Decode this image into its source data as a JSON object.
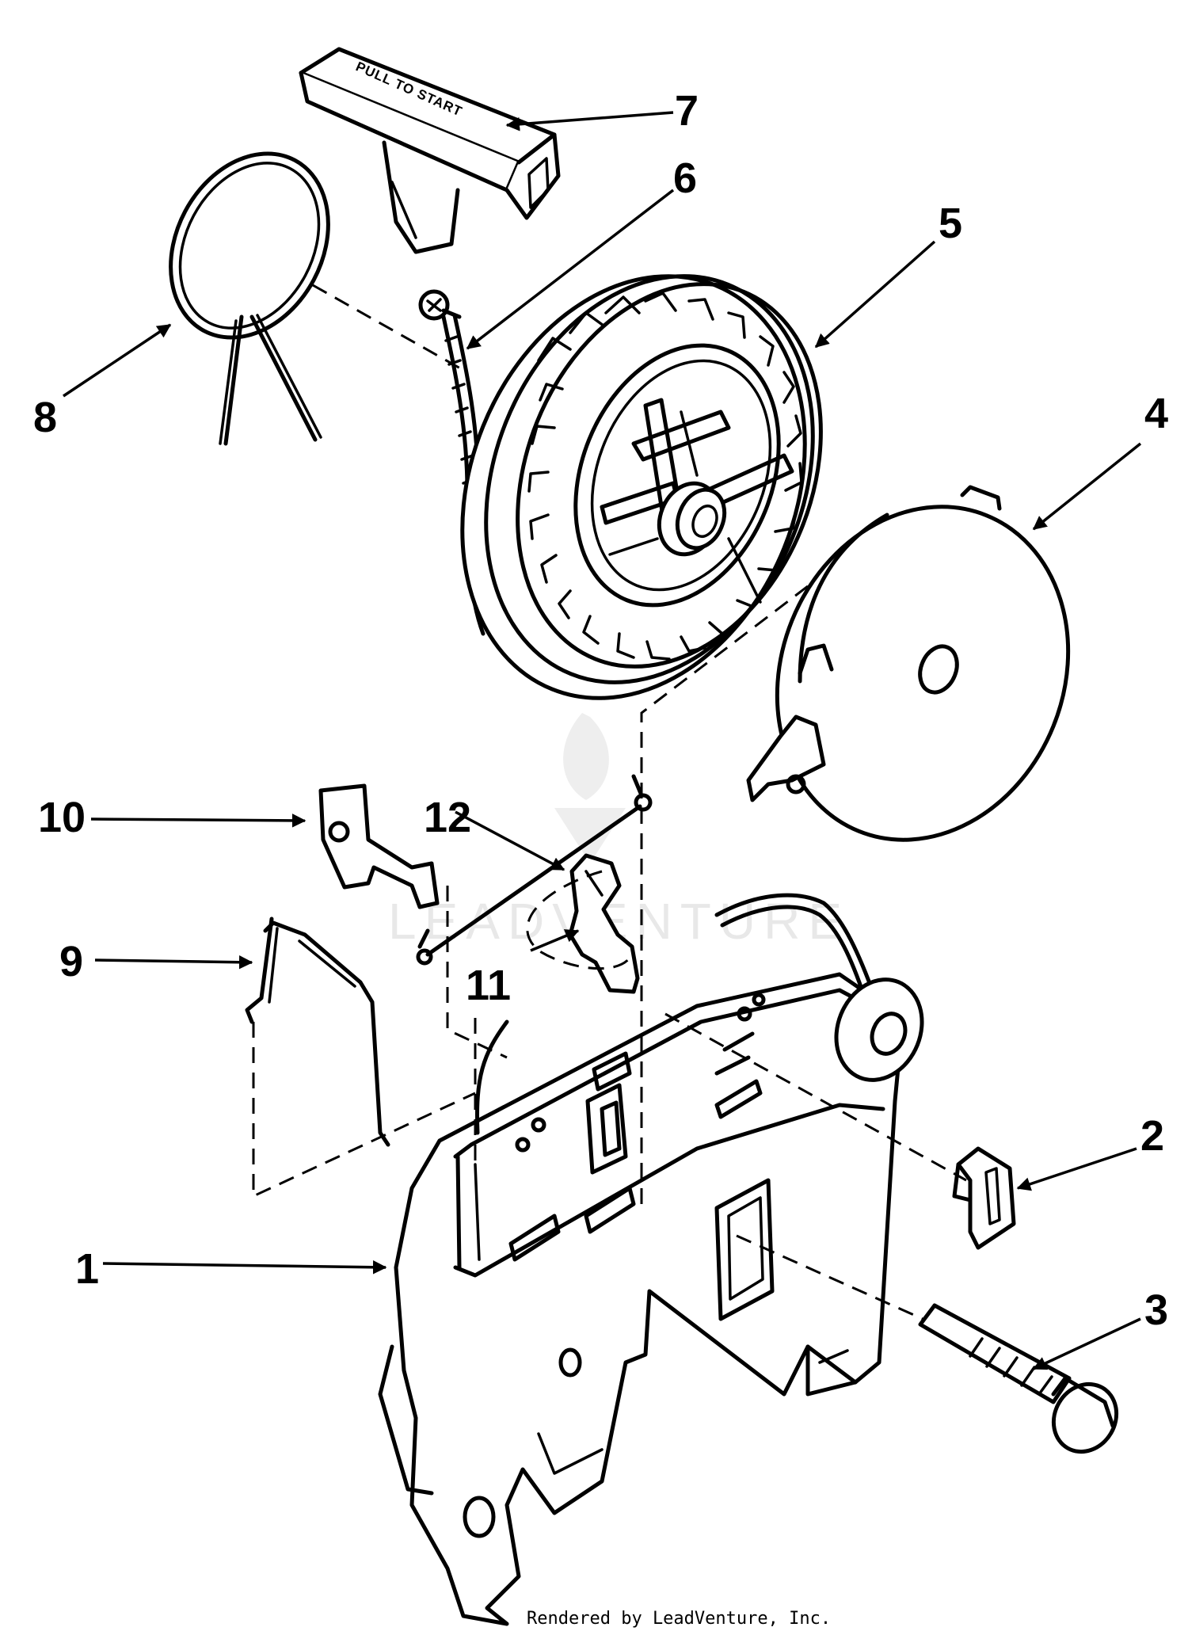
{
  "diagram": {
    "callouts": [
      "1",
      "2",
      "3",
      "4",
      "5",
      "6",
      "7",
      "8",
      "9",
      "10",
      "11",
      "12"
    ],
    "handle_text": "PULL TO START",
    "watermark": "LEADVENTURE",
    "credit": "Rendered by LeadVenture, Inc."
  }
}
